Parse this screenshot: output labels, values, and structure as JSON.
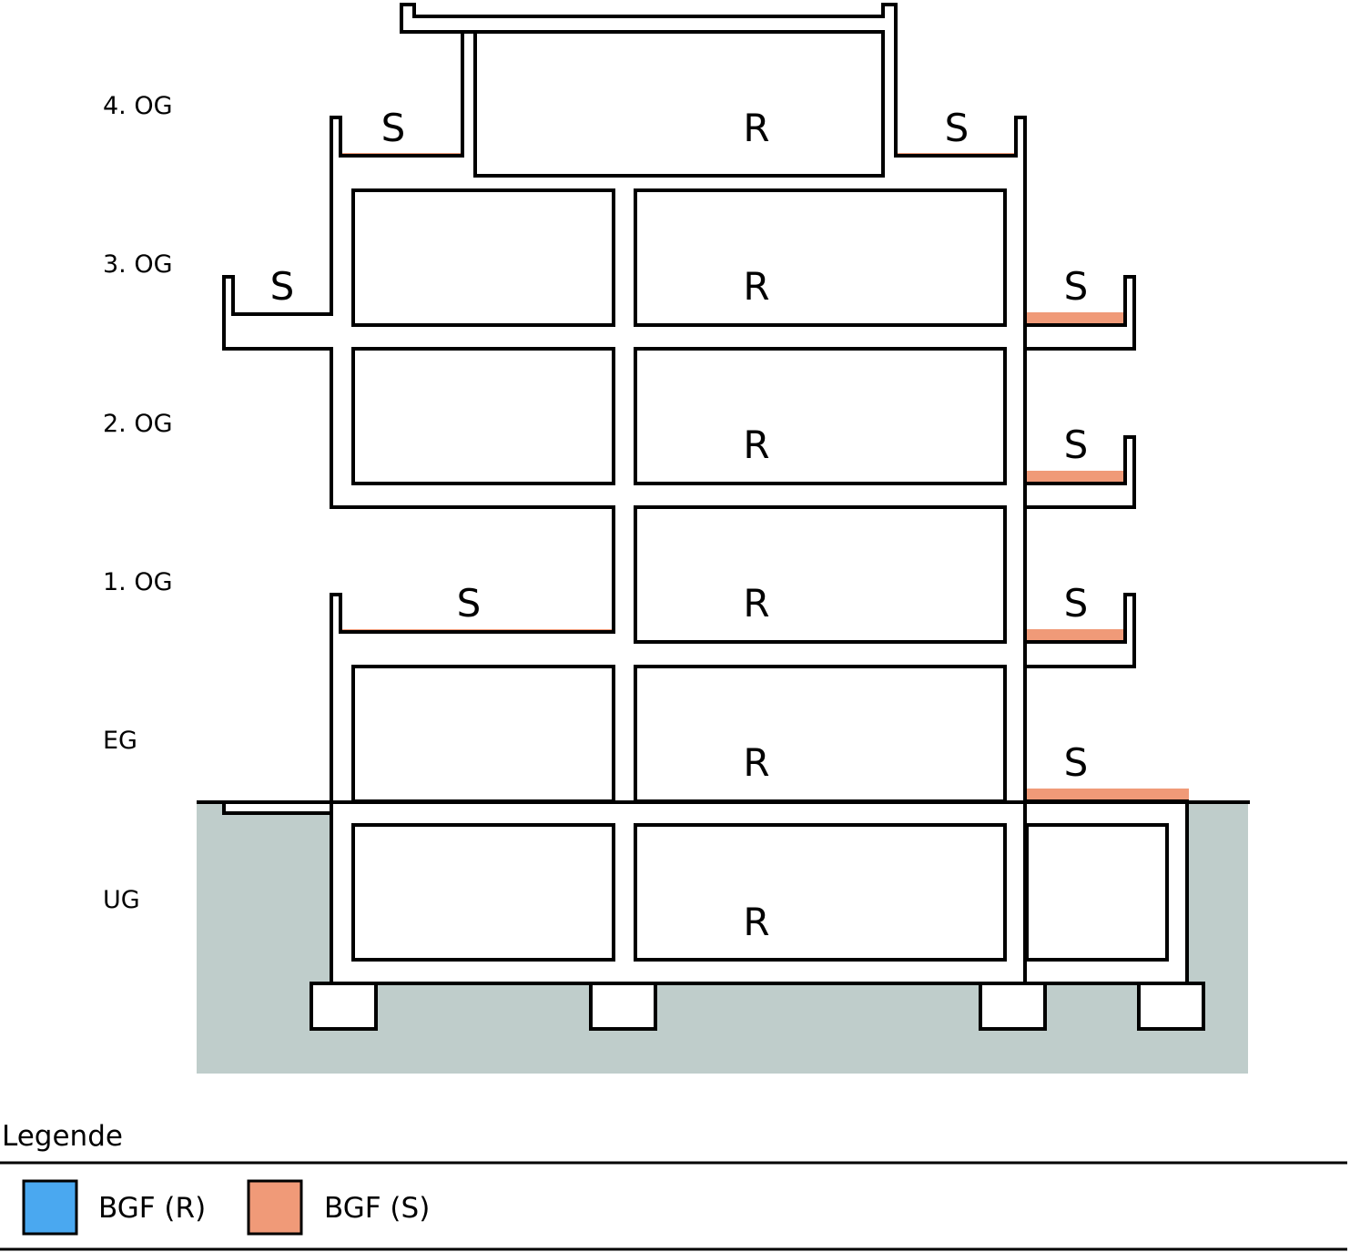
{
  "colors": {
    "bgf_r": "#4aa8f0",
    "bgf_s": "#f09a78",
    "ground": "#bfcdcb",
    "line": "#000000"
  },
  "floors": [
    {
      "id": "4og",
      "label": "4. OG"
    },
    {
      "id": "3og",
      "label": "3. OG"
    },
    {
      "id": "2og",
      "label": "2. OG"
    },
    {
      "id": "1og",
      "label": "1. OG"
    },
    {
      "id": "eg",
      "label": "EG"
    },
    {
      "id": "ug",
      "label": "UG"
    }
  ],
  "area_labels": {
    "r": "R",
    "s": "S"
  },
  "legend": {
    "title": "Legende",
    "items": [
      {
        "key": "r",
        "label": "BGF (R)"
      },
      {
        "key": "s",
        "label": "BGF (S)"
      }
    ]
  }
}
